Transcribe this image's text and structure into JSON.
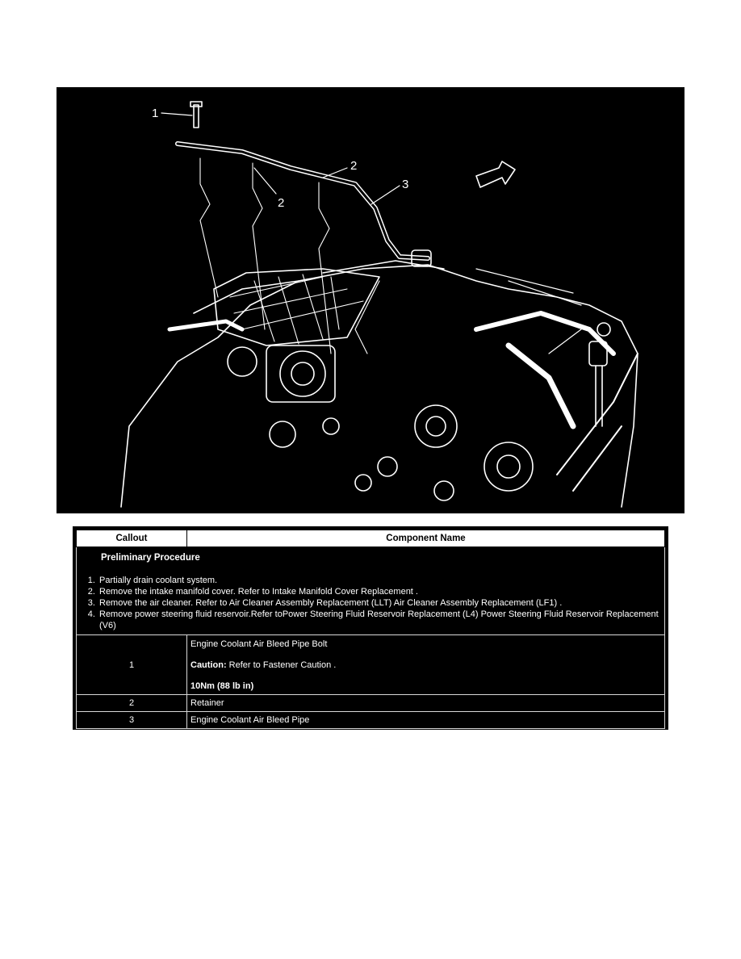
{
  "illustration": {
    "callouts": [
      "1",
      "2",
      "2",
      "3"
    ],
    "colors": {
      "background": "#000000",
      "lines": "#ffffff"
    }
  },
  "table": {
    "headers": {
      "callout": "Callout",
      "component": "Component Name"
    },
    "preliminary": {
      "title": "Preliminary Procedure",
      "steps": [
        "Partially drain coolant system.",
        "Remove the intake manifold cover. Refer to Intake Manifold Cover Replacement .",
        "Remove the air cleaner. Refer to Air Cleaner Assembly Replacement (LLT) Air Cleaner Assembly Replacement (LF1) .",
        "Remove power steering fluid reservoir.Refer toPower Steering Fluid Reservoir Replacement (L4) Power Steering Fluid Reservoir Replacement (V6)"
      ]
    },
    "rows": [
      {
        "callout": "1",
        "name": "Engine Coolant Air Bleed Pipe Bolt",
        "caution_label": "Caution:",
        "caution_text": " Refer to Fastener Caution .",
        "torque": "10Nm (88 lb in)"
      },
      {
        "callout": "2",
        "name": "Retainer"
      },
      {
        "callout": "3",
        "name": "Engine Coolant Air Bleed Pipe"
      }
    ]
  }
}
